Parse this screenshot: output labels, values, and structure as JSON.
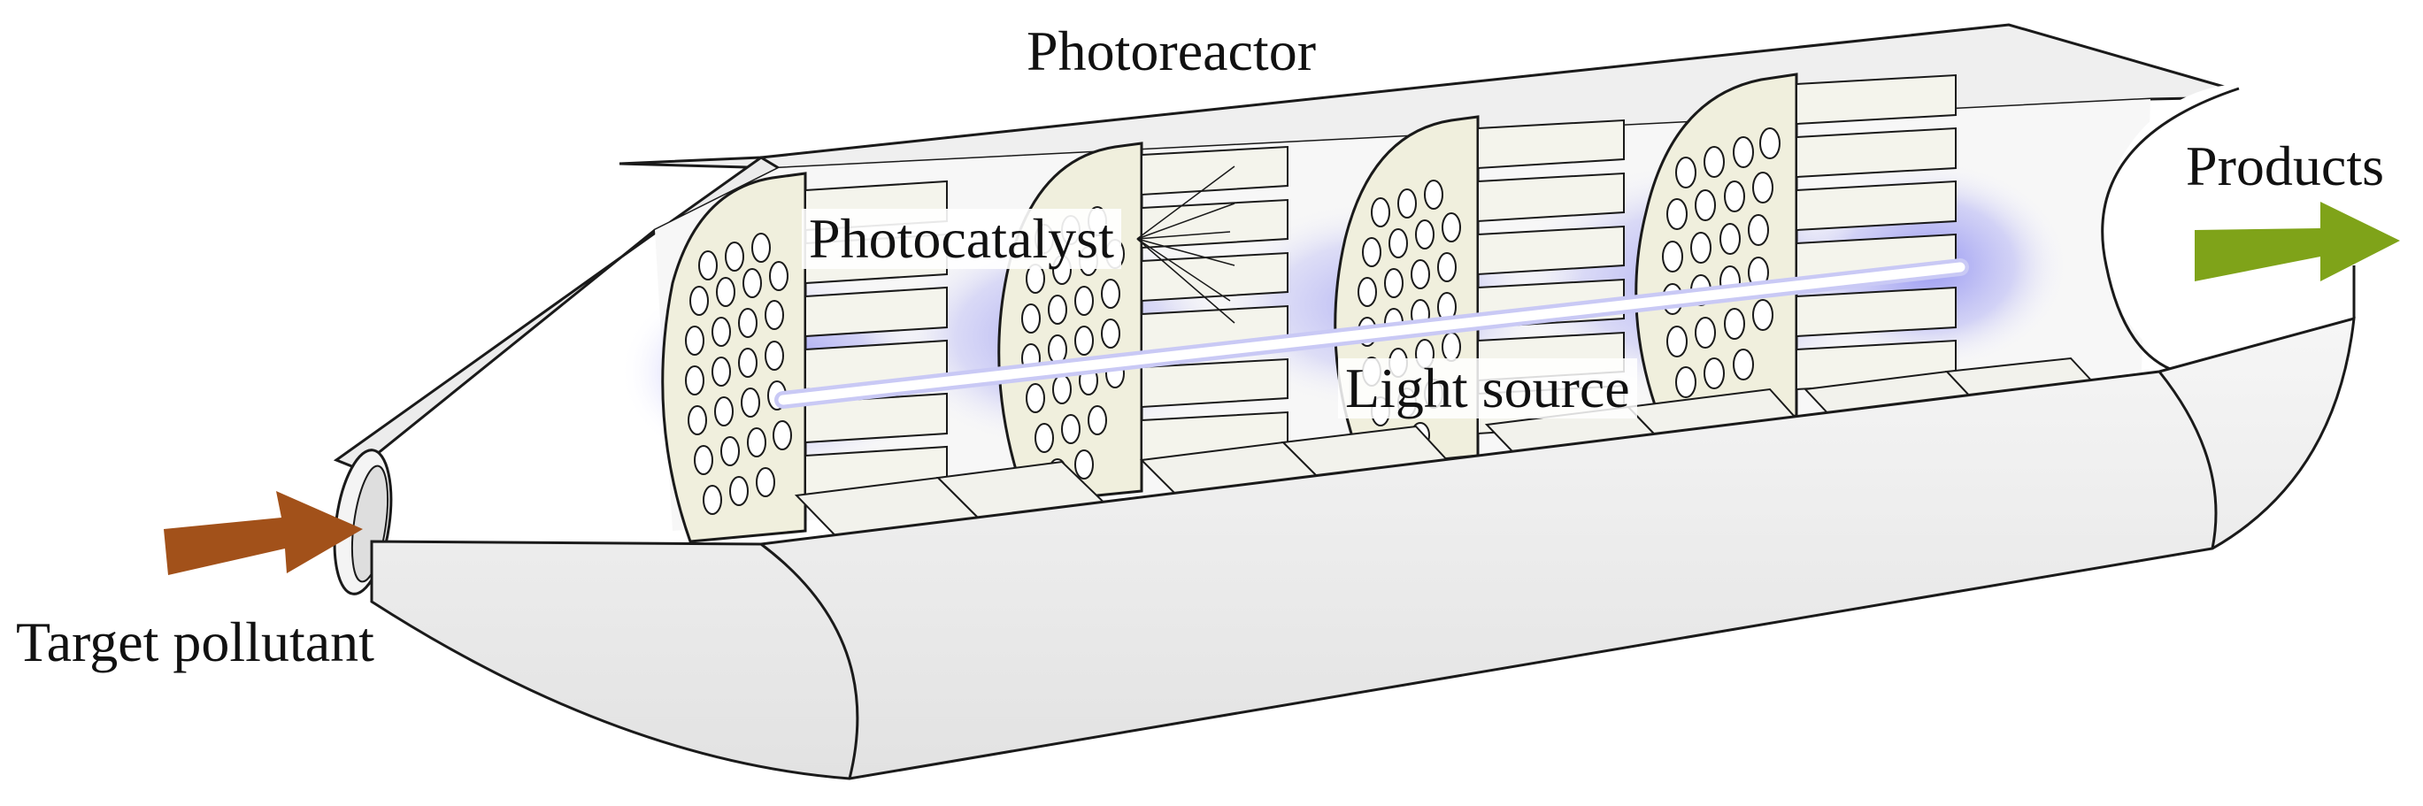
{
  "labels": {
    "photoreactor": "Photoreactor",
    "products": "Products",
    "photocatalyst": "Photocatalyst",
    "light_source": "Light source",
    "target_pollutant": "Target pollutant"
  },
  "colors": {
    "inlet_arrow": "#a2511a",
    "outlet_arrow": "#7fa319",
    "light_glow": "#6f6ff0",
    "vessel_fill": "#ededed",
    "plate_fill": "#f0efdd",
    "outline": "#1a1a1a"
  },
  "icons": {
    "inlet": "arrow-right-icon",
    "outlet": "arrow-right-icon"
  }
}
